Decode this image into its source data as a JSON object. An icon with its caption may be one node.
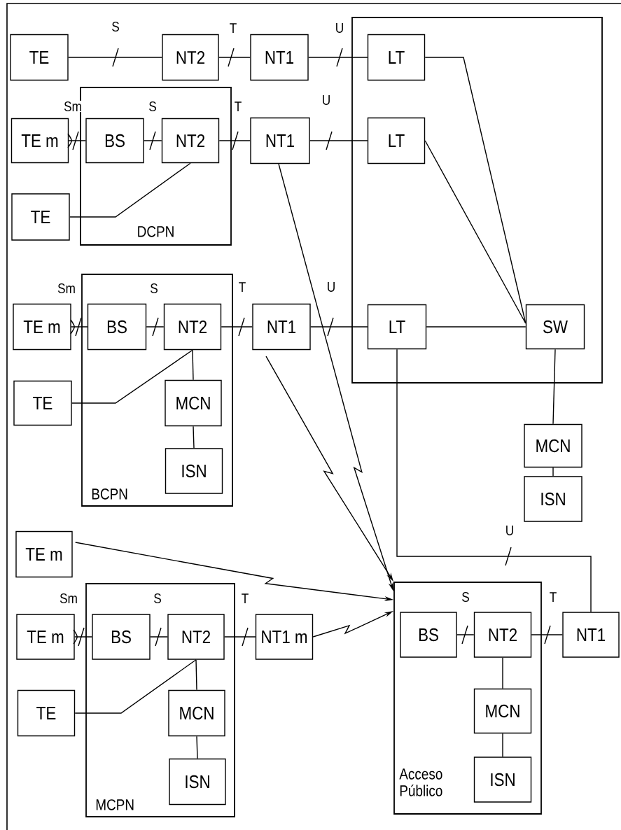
{
  "diagram": {
    "nodes": [
      {
        "text": [
          "TE"
        ]
      },
      {
        "text": [
          "NT2"
        ]
      },
      {
        "text": [
          "NT1"
        ]
      },
      {
        "text": [],
        "shape": "box"
      },
      {
        "text": [
          "LT"
        ],
        "in": 3
      },
      {
        "text": [
          "DCPN"
        ]
      },
      {
        "text": [
          "TE m"
        ]
      },
      {
        "text": [
          "BS"
        ],
        "in": 5
      },
      {
        "text": [
          "NT2"
        ],
        "in": 5
      },
      {
        "text": [
          "NT1"
        ]
      },
      {
        "text": [
          "LT"
        ],
        "in": 3
      },
      {
        "text": [
          "TE"
        ]
      },
      {
        "text": [
          "BCPN"
        ]
      },
      {
        "text": [
          "TE m"
        ]
      },
      {
        "text": [
          "BS"
        ],
        "in": 12
      },
      {
        "text": [
          "NT2"
        ],
        "in": 12
      },
      {
        "text": [
          "NT1"
        ]
      },
      {
        "text": [
          "LT"
        ],
        "in": 3
      },
      {
        "text": [
          "SW"
        ],
        "in": 3
      },
      {
        "text": [
          "TE"
        ]
      },
      {
        "text": [
          "MCN"
        ],
        "in": 12
      },
      {
        "text": [
          "ISN"
        ],
        "in": 12
      },
      {
        "text": [
          "MCN"
        ]
      },
      {
        "text": [
          "ISN"
        ]
      },
      {
        "text": [
          "TE m"
        ]
      },
      {
        "text": [
          "MCPN"
        ]
      },
      {
        "text": [
          "TE m"
        ]
      },
      {
        "text": [
          "BS"
        ],
        "in": 25
      },
      {
        "text": [
          "NT2"
        ],
        "in": 25
      },
      {
        "text": [
          "NT1 m"
        ]
      },
      {
        "text": [
          "TE"
        ]
      },
      {
        "text": [
          "MCN"
        ],
        "in": 25
      },
      {
        "text": [
          "ISN"
        ],
        "in": 25
      },
      {
        "text": [
          "Acceso Público"
        ]
      },
      {
        "text": [
          "BS"
        ],
        "in": 33
      },
      {
        "text": [
          "NT2"
        ],
        "in": 33
      },
      {
        "text": [
          "MCN"
        ],
        "in": 33
      },
      {
        "text": [
          "ISN"
        ],
        "in": 33
      },
      {
        "text": [
          "NT1"
        ]
      }
    ],
    "edges": [
      {
        "from": 0,
        "to": 1,
        "arrow": "none",
        "label": "S"
      },
      {
        "from": 1,
        "to": 2,
        "arrow": "none",
        "label": "T"
      },
      {
        "from": 2,
        "to": 4,
        "arrow": "none",
        "label": "U"
      },
      {
        "from": 4,
        "to": 18,
        "arrow": "none"
      },
      {
        "from": 6,
        "to": 7,
        "arrow": "none",
        "label": "Sm"
      },
      {
        "from": 7,
        "to": 8,
        "arrow": "none",
        "label": "S"
      },
      {
        "from": 8,
        "to": 9,
        "arrow": "none",
        "label": "T"
      },
      {
        "from": 9,
        "to": 10,
        "arrow": "none",
        "label": "U"
      },
      {
        "from": 10,
        "to": 18,
        "arrow": "none"
      },
      {
        "from": 11,
        "to": 8,
        "arrow": "none"
      },
      {
        "from": 9,
        "to": 33,
        "arrow": "to"
      },
      {
        "from": 13,
        "to": 14,
        "arrow": "none",
        "label": "Sm"
      },
      {
        "from": 14,
        "to": 15,
        "arrow": "none",
        "label": "S"
      },
      {
        "from": 15,
        "to": 16,
        "arrow": "none",
        "label": "T"
      },
      {
        "from": 16,
        "to": 17,
        "arrow": "none",
        "label": "U"
      },
      {
        "from": 17,
        "to": 18,
        "arrow": "none"
      },
      {
        "from": 15,
        "to": 20,
        "arrow": "none"
      },
      {
        "from": 19,
        "to": 15,
        "arrow": "none"
      },
      {
        "from": 20,
        "to": 21,
        "arrow": "none"
      },
      {
        "from": 16,
        "to": 33,
        "arrow": "to"
      },
      {
        "from": 18,
        "to": 22,
        "arrow": "none"
      },
      {
        "from": 22,
        "to": 23,
        "arrow": "none"
      },
      {
        "from": 17,
        "to": 38,
        "arrow": "none",
        "label": "U"
      },
      {
        "from": 24,
        "to": 33,
        "arrow": "to"
      },
      {
        "from": 26,
        "to": 27,
        "arrow": "none",
        "label": "Sm"
      },
      {
        "from": 27,
        "to": 28,
        "arrow": "none",
        "label": "S"
      },
      {
        "from": 28,
        "to": 29,
        "arrow": "none",
        "label": "T"
      },
      {
        "from": 30,
        "to": 28,
        "arrow": "none"
      },
      {
        "from": 28,
        "to": 31,
        "arrow": "none"
      },
      {
        "from": 31,
        "to": 32,
        "arrow": "none"
      },
      {
        "from": 29,
        "to": 33,
        "arrow": "to"
      },
      {
        "from": 34,
        "to": 35,
        "arrow": "none",
        "label": "S"
      },
      {
        "from": 35,
        "to": 38,
        "arrow": "none",
        "label": "T"
      },
      {
        "from": 35,
        "to": 36,
        "arrow": "none"
      },
      {
        "from": 36,
        "to": 37,
        "arrow": "none"
      }
    ]
  }
}
